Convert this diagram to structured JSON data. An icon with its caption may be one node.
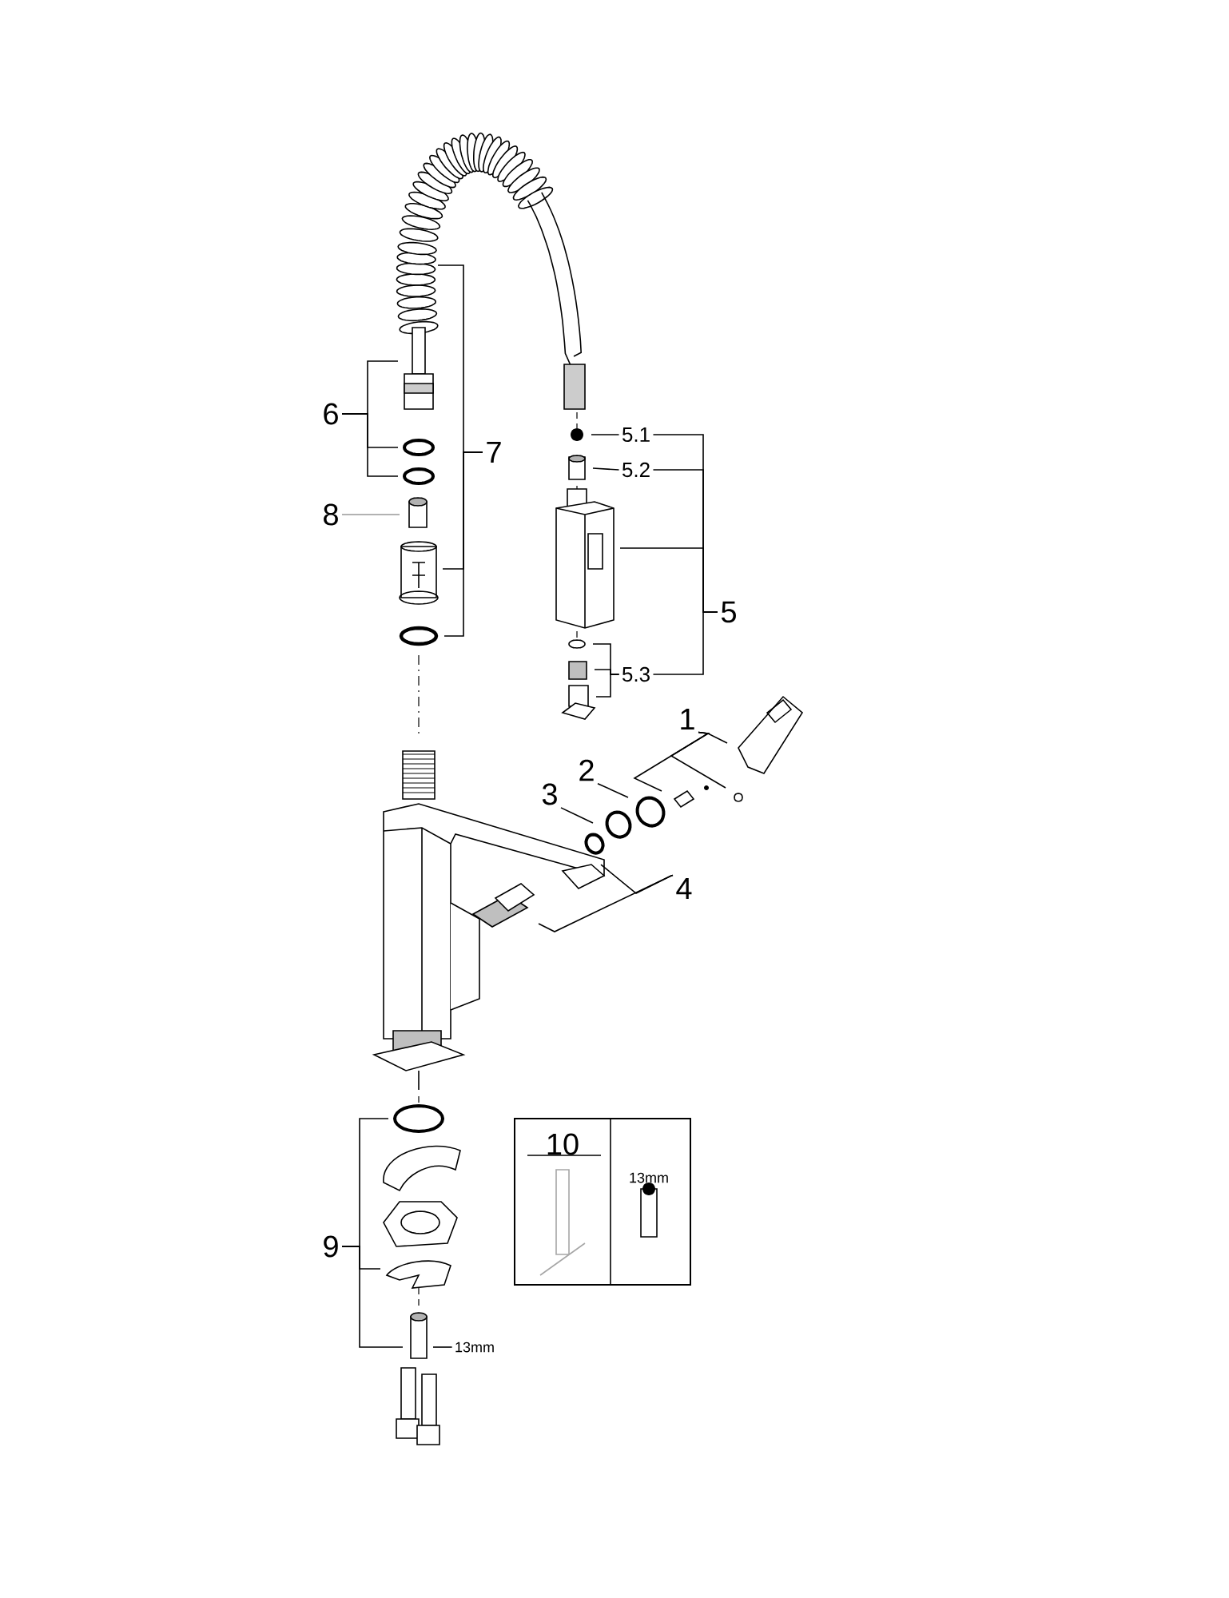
{
  "diagram": {
    "nodes": [
      {
        "text": [
          "6"
        ]
      },
      {
        "text": [
          "7"
        ]
      },
      {
        "text": [
          "8"
        ]
      },
      {
        "text": [
          "5.1"
        ]
      },
      {
        "text": [
          "5.2"
        ]
      },
      {
        "text": [
          "5"
        ]
      },
      {
        "text": [
          "5.3"
        ]
      },
      {
        "text": [
          "1"
        ]
      },
      {
        "text": [
          "2"
        ]
      },
      {
        "text": [
          "3"
        ]
      },
      {
        "text": [
          "4"
        ]
      },
      {
        "text": [
          "9"
        ]
      },
      {
        "text": [
          "13mm"
        ]
      },
      {
        "text": [
          "10",
          "13mm"
        ]
      }
    ],
    "edges": [
      {
        "from": 0,
        "to": null,
        "arrow": "none"
      },
      {
        "from": 0,
        "to": null,
        "arrow": "none"
      },
      {
        "from": 0,
        "to": null,
        "arrow": "none"
      },
      {
        "from": 1,
        "to": null,
        "arrow": "none"
      },
      {
        "from": 1,
        "to": null,
        "arrow": "none"
      },
      {
        "from": 1,
        "to": null,
        "arrow": "none"
      },
      {
        "from": 2,
        "to": null,
        "arrow": "none",
        "color": "#999999"
      },
      {
        "from": 3,
        "to": null,
        "arrow": "none"
      },
      {
        "from": 4,
        "to": null,
        "arrow": "none"
      },
      {
        "from": 5,
        "to": 3,
        "arrow": "none"
      },
      {
        "from": 5,
        "to": 4,
        "arrow": "none"
      },
      {
        "from": 5,
        "to": null,
        "arrow": "none"
      },
      {
        "from": 5,
        "to": 6,
        "arrow": "none"
      },
      {
        "from": 6,
        "to": null,
        "arrow": "none"
      },
      {
        "from": 6,
        "to": null,
        "arrow": "none"
      },
      {
        "from": 6,
        "to": null,
        "arrow": "none"
      },
      {
        "from": 7,
        "to": null,
        "arrow": "none"
      },
      {
        "from": 7,
        "to": null,
        "arrow": "none"
      },
      {
        "from": 7,
        "to": null,
        "arrow": "none"
      },
      {
        "from": 8,
        "to": null,
        "arrow": "none"
      },
      {
        "from": 9,
        "to": null,
        "arrow": "none"
      },
      {
        "from": 10,
        "to": null,
        "arrow": "none"
      },
      {
        "from": 10,
        "to": null,
        "arrow": "none"
      },
      {
        "from": 11,
        "to": null,
        "arrow": "none"
      },
      {
        "from": 11,
        "to": null,
        "arrow": "none"
      },
      {
        "from": 11,
        "to": null,
        "arrow": "none"
      },
      {
        "from": 12,
        "to": null,
        "arrow": "none"
      }
    ]
  }
}
